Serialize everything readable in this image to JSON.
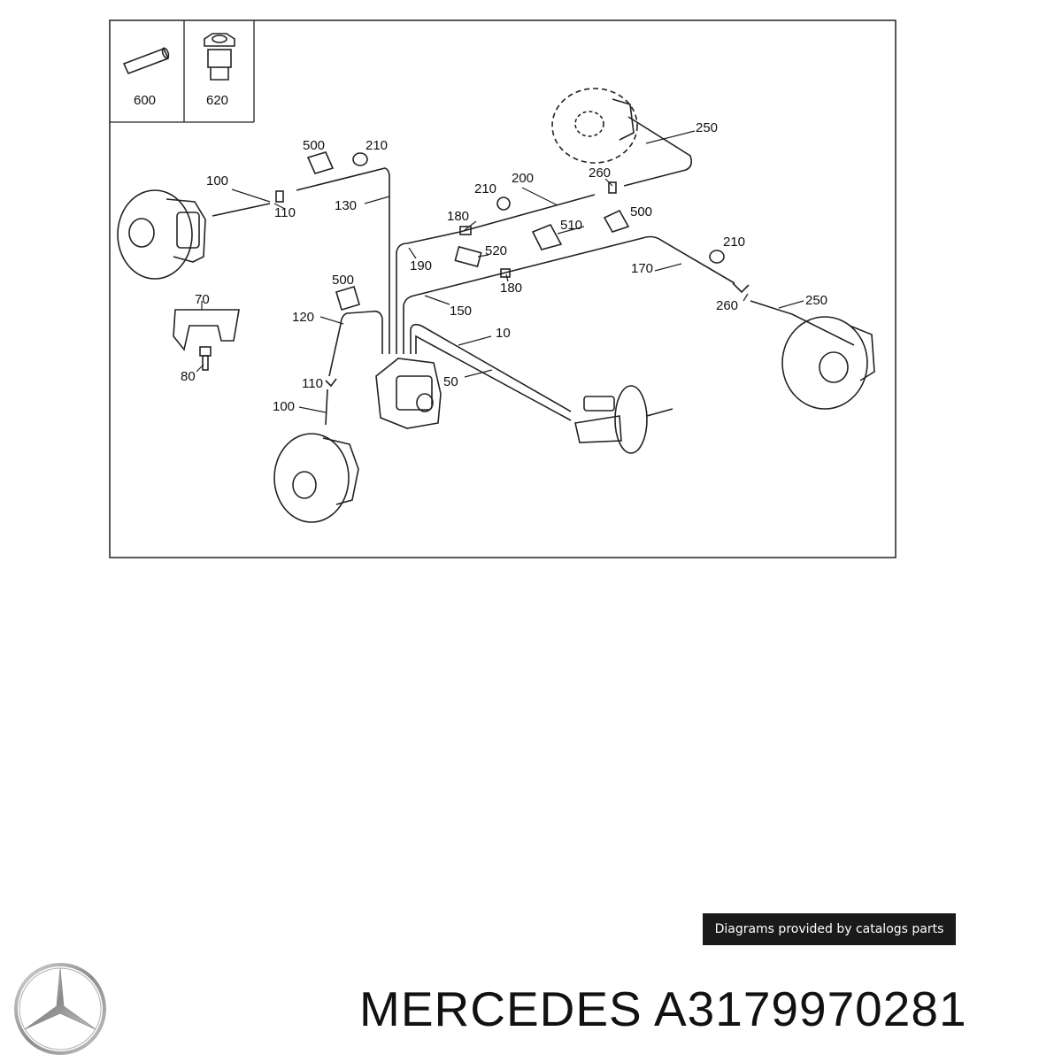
{
  "diagram": {
    "inset_labels": [
      "600",
      "620"
    ],
    "callouts": [
      {
        "id": "c500a",
        "text": "500"
      },
      {
        "id": "c210a",
        "text": "210"
      },
      {
        "id": "c100a",
        "text": "100"
      },
      {
        "id": "c110a",
        "text": "110"
      },
      {
        "id": "c130",
        "text": "130"
      },
      {
        "id": "c250a",
        "text": "250"
      },
      {
        "id": "c260a",
        "text": "260"
      },
      {
        "id": "c210b",
        "text": "210"
      },
      {
        "id": "c200",
        "text": "200"
      },
      {
        "id": "c180a",
        "text": "180"
      },
      {
        "id": "c510",
        "text": "510"
      },
      {
        "id": "c500b",
        "text": "500"
      },
      {
        "id": "c190",
        "text": "190"
      },
      {
        "id": "c520",
        "text": "520"
      },
      {
        "id": "c210c",
        "text": "210"
      },
      {
        "id": "c170",
        "text": "170"
      },
      {
        "id": "c180b",
        "text": "180"
      },
      {
        "id": "c70",
        "text": "70"
      },
      {
        "id": "c500c",
        "text": "500"
      },
      {
        "id": "c120",
        "text": "120"
      },
      {
        "id": "c150",
        "text": "150"
      },
      {
        "id": "c260b",
        "text": "260"
      },
      {
        "id": "c250b",
        "text": "250"
      },
      {
        "id": "c10",
        "text": "10"
      },
      {
        "id": "c80",
        "text": "80"
      },
      {
        "id": "c110b",
        "text": "110"
      },
      {
        "id": "c50",
        "text": "50"
      },
      {
        "id": "c100b",
        "text": "100"
      }
    ]
  },
  "credit": "Diagrams provided by catalogs parts",
  "brand": "MERCEDES",
  "part_number": "A3179970281",
  "logo_icon": "mercedes-star-icon"
}
